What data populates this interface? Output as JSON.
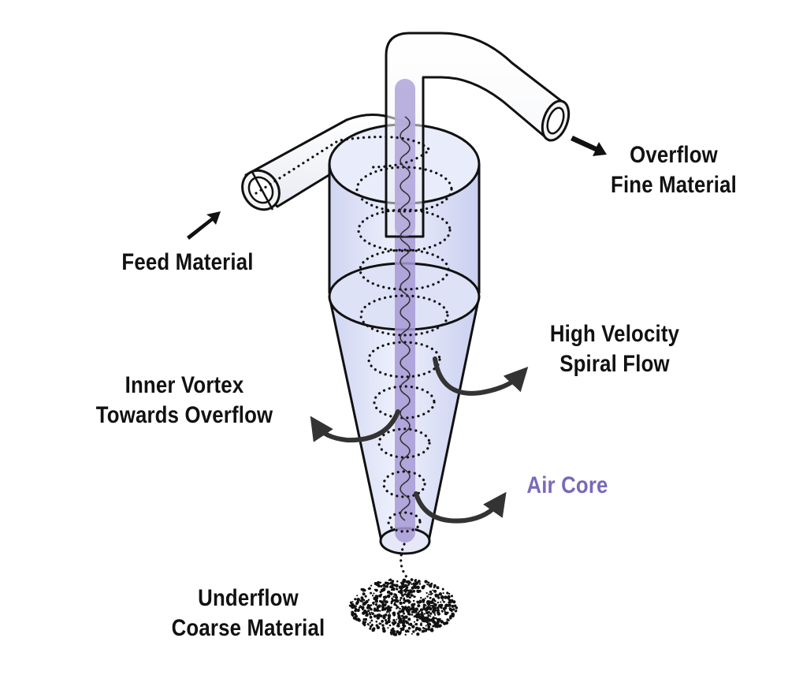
{
  "labels": {
    "overflow": [
      "Overflow",
      "Fine Material"
    ],
    "feed": "Feed Material",
    "high_velocity": [
      "High Velocity",
      "Spiral Flow"
    ],
    "inner_vortex": [
      "Inner Vortex",
      "Towards Overflow"
    ],
    "air_core": "Air Core",
    "underflow": [
      "Underflow",
      "Coarse Material"
    ]
  },
  "colors": {
    "text": "#111111",
    "air_core": "#7b68b8",
    "body_fill": "#dfe3f6",
    "air_core_fill": "#a79ad6",
    "outline": "#111111"
  },
  "icons": [
    "arrow-icon",
    "curved-arrow-icon",
    "spiral-icon"
  ]
}
